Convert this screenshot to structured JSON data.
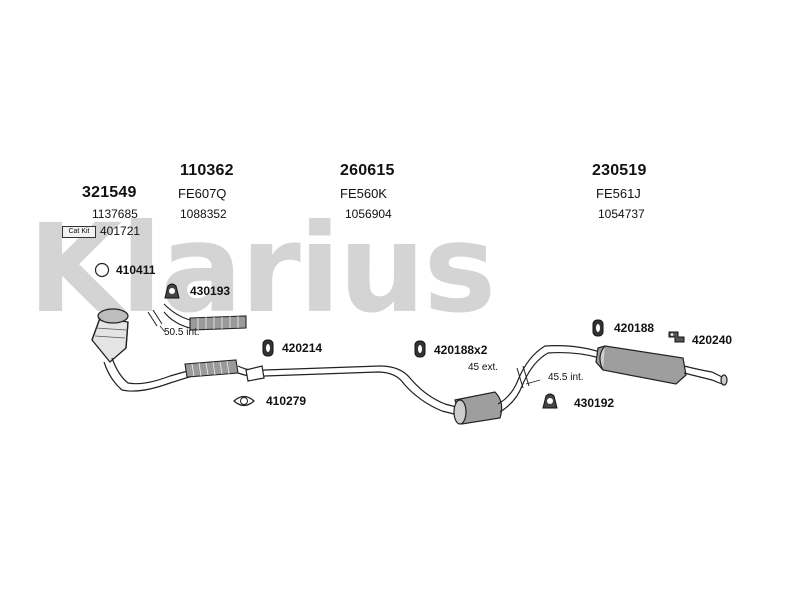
{
  "watermark": "Klarius",
  "groups": [
    {
      "part": "321549",
      "ref": "1137685"
    },
    {
      "part": "110362",
      "code": "FE607Q",
      "ref": "1088352"
    },
    {
      "part": "260615",
      "code": "FE560K",
      "ref": "1056904"
    },
    {
      "part": "230519",
      "code": "FE561J",
      "ref": "1054737"
    }
  ],
  "cat_kit": {
    "label": "Cat Kit",
    "part": "401721"
  },
  "fittings": [
    {
      "part": "410411",
      "icon": "ring-gasket-icon"
    },
    {
      "part": "430193",
      "icon": "rubber-mount-icon"
    },
    {
      "part": "420214",
      "icon": "rubber-hanger-icon"
    },
    {
      "part": "410279",
      "icon": "flange-gasket-icon"
    },
    {
      "part": "420188x2",
      "icon": "rubber-hanger-icon"
    },
    {
      "part": "420188",
      "icon": "rubber-hanger-icon"
    },
    {
      "part": "420240",
      "icon": "bracket-icon"
    },
    {
      "part": "430192",
      "icon": "rubber-mount-icon"
    }
  ],
  "notes": {
    "front_join": "50.5 int.",
    "rear_join_ext": "45 ext.",
    "rear_join_int": "45.5 int."
  }
}
